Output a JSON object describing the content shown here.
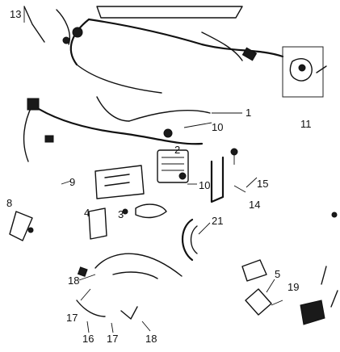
{
  "callouts": {
    "c1": "1",
    "c2": "2",
    "c3": "3",
    "c4": "4",
    "c5": "5",
    "c8": "8",
    "c9": "9",
    "c10a": "10",
    "c10b": "10",
    "c11": "11",
    "c13": "13",
    "c14": "14",
    "c15": "15",
    "c16": "16",
    "c17": "17",
    "c18a": "18",
    "c18b": "18",
    "c19": "19",
    "c21": "21"
  }
}
